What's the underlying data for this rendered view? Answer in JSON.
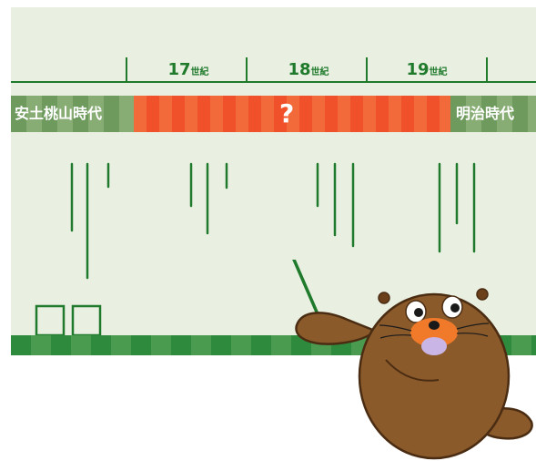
{
  "timeline": {
    "centuries": [
      {
        "number": "17",
        "suffix": "世紀"
      },
      {
        "number": "18",
        "suffix": "世紀"
      },
      {
        "number": "19",
        "suffix": "世紀"
      }
    ]
  },
  "eras": {
    "left_label": "安土桃山時代",
    "unknown_label": "?",
    "right_label": "明治時代"
  },
  "colors": {
    "background": "#eaf0e1",
    "accent_green": "#1f7a2c",
    "era_orange": "#f0512a",
    "era_green": "#7aa368",
    "seal_brown": "#8b5a2b"
  },
  "icons": {
    "character": "sea-lion-teacher-icon",
    "pointer": "pointer-stick-icon"
  }
}
